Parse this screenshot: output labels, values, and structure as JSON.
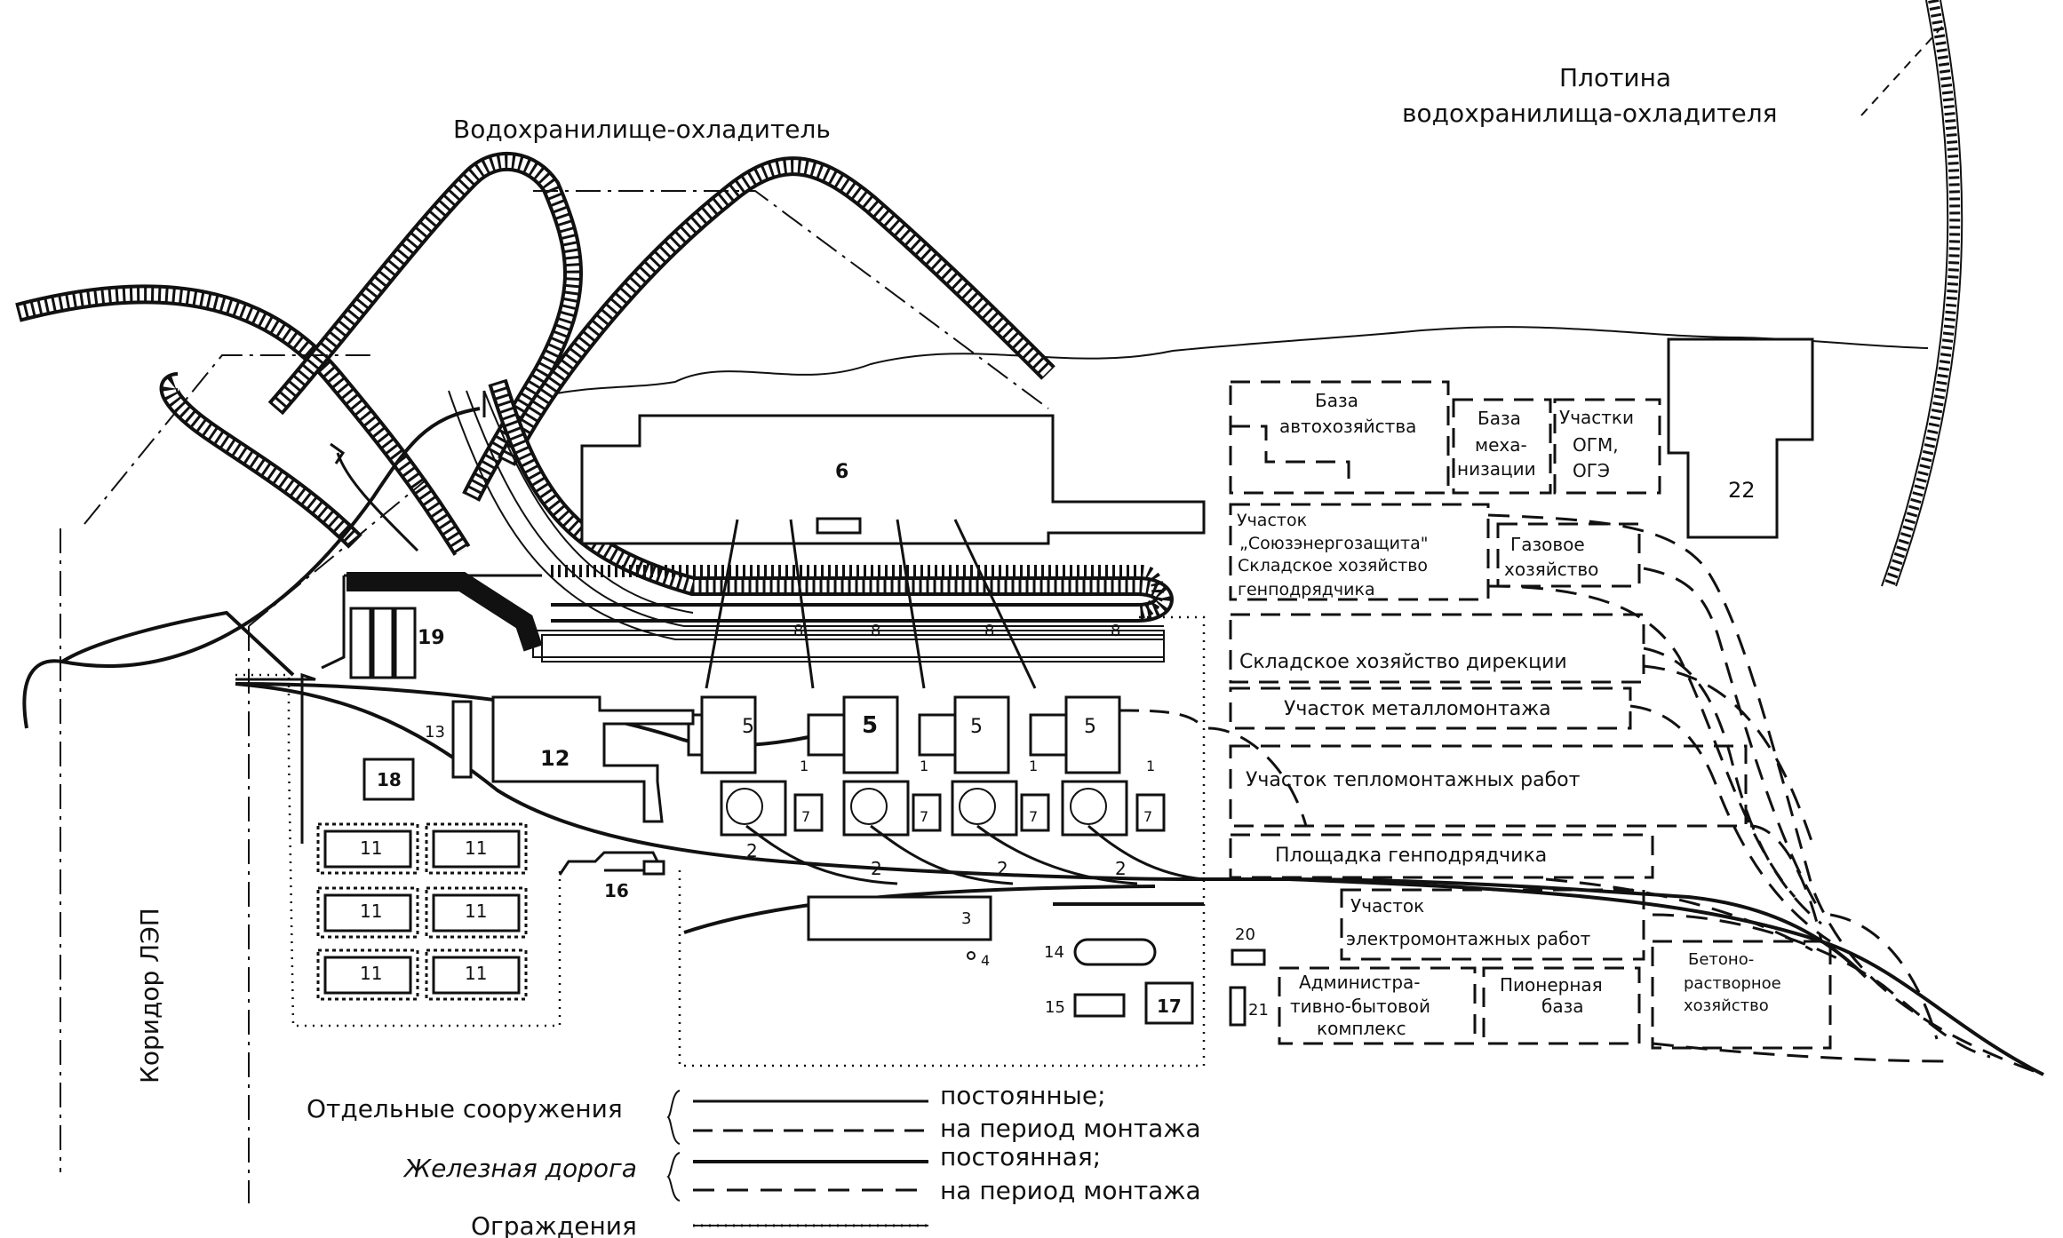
{
  "labels": {
    "reservoir": "Водохранилище-охладитель",
    "dam_line1": "Плотина",
    "dam_line2": "водохранилища-охладителя",
    "power_corridor": "Коридор ЛЭП"
  },
  "buildings": {
    "b1": "1",
    "b2": "2",
    "b3": "3",
    "b4": "4",
    "b5": "5",
    "b6": "6",
    "b7": "7",
    "b8": "8",
    "b11": "11",
    "b12": "12",
    "b13": "13",
    "b14": "14",
    "b15": "15",
    "b16": "16",
    "b17": "17",
    "b18": "18",
    "b19": "19",
    "b20": "20",
    "b21": "21",
    "b22": "22"
  },
  "areas": {
    "auto_base_1": "База",
    "auto_base_2": "автохозяйства",
    "mech_base_1": "База",
    "mech_base_2": "меха-",
    "mech_base_3": "низации",
    "ogm_1": "Участки",
    "ogm_2": "ОГМ,",
    "ogm_3": "ОГЭ",
    "sez_1": "Участок",
    "sez_2": "„Союзэнергозащита\"",
    "sez_3": "Складское хозяйство",
    "sez_4": "генподрядчика",
    "gas_1": "Газовое",
    "gas_2": "хозяйство",
    "dir_store": "Складское хозяйство дирекции",
    "metal": "Участок металломонтажа",
    "thermal": "Участок тепломонтажных работ",
    "gen_site": "Площадка генподрядчика",
    "electro_1": "Участок",
    "electro_2": "электромонтажных работ",
    "admin_1": "Администра-",
    "admin_2": "тивно-бытовой",
    "admin_3": "комплекс",
    "pioneer_1": "Пионерная",
    "pioneer_2": "база",
    "concrete_1": "Бетоно-",
    "concrete_2": "растворное",
    "concrete_3": "хозяйство"
  },
  "legend": {
    "structures": "Отдельные сооружения",
    "permanent_pl": "постоянные;",
    "temporary": "на период монтажа",
    "railway": "Железная дорога",
    "permanent_sg": "постоянная;",
    "temporary_rail": "на период монтажа",
    "fences": "Ограждения"
  }
}
